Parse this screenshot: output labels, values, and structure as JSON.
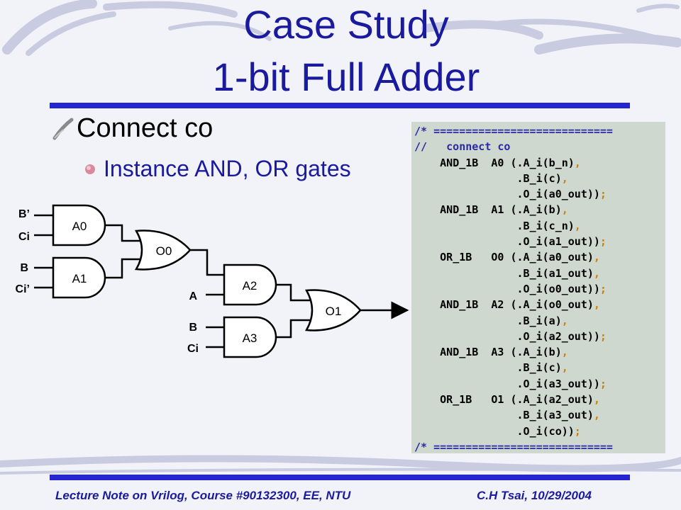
{
  "slide": {
    "title_line1": "Case Study",
    "title_line2": "1-bit Full Adder",
    "bullet_level1": "Connect co",
    "bullet_level2": "Instance AND, OR gates"
  },
  "circuit": {
    "gates": [
      {
        "id": "A0",
        "kind": "AND"
      },
      {
        "id": "A1",
        "kind": "AND"
      },
      {
        "id": "O0",
        "kind": "OR"
      },
      {
        "id": "A2",
        "kind": "AND"
      },
      {
        "id": "A3",
        "kind": "AND"
      },
      {
        "id": "O1",
        "kind": "OR"
      }
    ],
    "input_labels": {
      "b_prime": "B’",
      "ci_1": "Ci",
      "b_1": "B",
      "ci_prime": "Ci’",
      "a": "A",
      "b_2": "B",
      "ci_2": "Ci"
    }
  },
  "code_lines": [
    "/* ============================",
    "//   connect co",
    "    AND_1B  A0 (.A_i(b_n),",
    "                .B_i(c),",
    "                .O_i(a0_out));",
    "    AND_1B  A1 (.A_i(b),",
    "                .B_i(c_n),",
    "                .O_i(a1_out));",
    "    OR_1B   O0 (.A_i(a0_out),",
    "                .B_i(a1_out),",
    "                .O_i(o0_out));",
    "    AND_1B  A2 (.A_i(o0_out),",
    "                .B_i(a),",
    "                .O_i(a2_out));",
    "    AND_1B  A3 (.A_i(b),",
    "                .B_i(c),",
    "                .O_i(a3_out));",
    "    OR_1B   O1 (.A_i(a2_out),",
    "                .B_i(a3_out),",
    "                .O_i(co));",
    "/* ============================"
  ],
  "footer": {
    "left": "Lecture Note on Vrilog, Course #90132300, EE, NTU",
    "right": "C.H Tsai, 10/29/2004"
  },
  "colors": {
    "title": "#1a1a9e",
    "rule": "#2626d0",
    "code_bg": "#cfd8cf",
    "code_comment": "#2a2aa8",
    "code_punct": "#d08000"
  }
}
